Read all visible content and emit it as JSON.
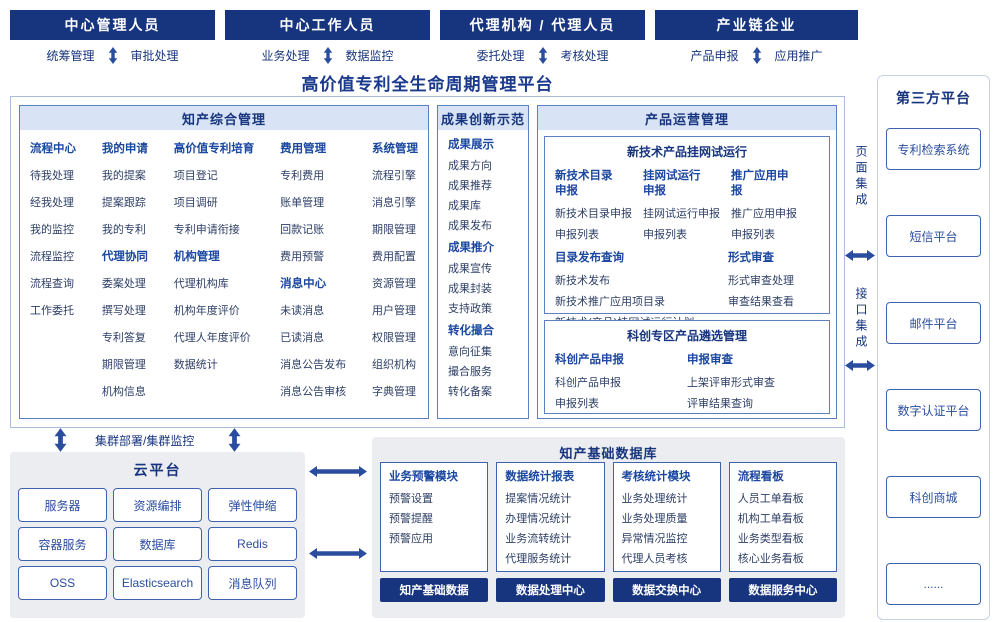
{
  "colors": {
    "navy": "#17357E",
    "accent_blue": "#2B4DA0",
    "group_title_blue": "#1A47A0",
    "item_text": "#2D3E66",
    "section_header_bg": "#D8E4F5",
    "panel_gray_bg": "#ECEDF0"
  },
  "platform_title": "高价值专利全生命周期管理平台",
  "roles": [
    {
      "title": "中心管理人员",
      "left": "统筹管理",
      "right": "审批处理"
    },
    {
      "title": "中心工作人员",
      "left": "业务处理",
      "right": "数据监控"
    },
    {
      "title": "代理机构 / 代理人员",
      "left": "委托处理",
      "right": "考核处理"
    },
    {
      "title": "产业链企业",
      "left": "产品申报",
      "right": "应用推广"
    }
  ],
  "ip_management": {
    "title": "知产综合管理",
    "columns": [
      {
        "groups": [
          {
            "title": "流程中心",
            "items": [
              "待我处理",
              "经我处理",
              "我的监控",
              "流程监控",
              "流程查询",
              "工作委托"
            ]
          }
        ]
      },
      {
        "groups": [
          {
            "title": "我的申请",
            "items": [
              "我的提案",
              "提案跟踪",
              "我的专利"
            ]
          },
          {
            "title": "代理协同",
            "items": [
              "委案处理",
              "撰写处理",
              "专利答复",
              "期限管理",
              "机构信息"
            ]
          }
        ]
      },
      {
        "groups": [
          {
            "title": "高价值专利培育",
            "items": [
              "项目登记",
              "项目调研",
              "专利申请衔接"
            ]
          },
          {
            "title": "机构管理",
            "items": [
              "代理机构库",
              "机构年度评价",
              "代理人年度评价",
              "数据统计"
            ]
          }
        ]
      },
      {
        "groups": [
          {
            "title": "费用管理",
            "items": [
              "专利费用",
              "账单管理",
              "回款记账",
              "费用预警"
            ]
          },
          {
            "title": "消息中心",
            "items": [
              "未读消息",
              "已读消息",
              "消息公告发布",
              "消息公告审核"
            ]
          }
        ]
      },
      {
        "groups": [
          {
            "title": "系统管理",
            "items": [
              "流程引擎",
              "消息引擎",
              "期限管理",
              "费用配置",
              "资源管理",
              "用户管理",
              "权限管理",
              "组织机构",
              "字典管理"
            ]
          }
        ]
      }
    ]
  },
  "achievements": {
    "title": "成果创新示范",
    "groups": [
      {
        "title": "成果展示",
        "items": [
          "成果方向",
          "成果推荐",
          "成果库",
          "成果发布"
        ]
      },
      {
        "title": "成果推介",
        "items": [
          "成果宣传",
          "成果封装",
          "支持政策"
        ]
      },
      {
        "title": "转化撮合",
        "items": [
          "意向征集",
          "撮合服务",
          "转化备案"
        ]
      }
    ]
  },
  "product_ops": {
    "title": "产品运营管理",
    "trial_box": {
      "title": "新技术产品挂网试运行",
      "top_groups": [
        {
          "title": "新技术目录申报",
          "items": [
            "新技术目录申报",
            "申报列表"
          ]
        },
        {
          "title": "挂网试运行申报",
          "items": [
            "挂网试运行申报",
            "申报列表"
          ]
        },
        {
          "title": "推广应用申报",
          "items": [
            "推广应用申报",
            "申报列表"
          ]
        }
      ],
      "bottom_groups": [
        {
          "title": "目录发布查询",
          "items": [
            "新技术发布",
            "新技术推广应用项目录",
            "新技术(产品)挂网试运行计划"
          ]
        },
        {
          "title": "形式审查",
          "items": [
            "形式审查处理",
            "审查结果查看"
          ]
        }
      ]
    },
    "selection_box": {
      "title": "科创专区产品遴选管理",
      "groups": [
        {
          "title": "科创产品申报",
          "items": [
            "科创产品申报",
            "申报列表"
          ]
        },
        {
          "title": "申报审查",
          "items": [
            "上架评审形式审查",
            "评审结果查询"
          ]
        }
      ]
    }
  },
  "integration": {
    "page_label": "页面集成",
    "api_label": "接口集成"
  },
  "cluster_label": "集群部署/集群监控",
  "cloud": {
    "title": "云平台",
    "items": [
      "服务器",
      "资源编排",
      "弹性伸缩",
      "容器服务",
      "数据库",
      "Redis",
      "OSS",
      "Elasticsearch",
      "消息队列"
    ]
  },
  "data_base": {
    "title": "知产基础数据库",
    "columns": [
      {
        "title": "业务预警模块",
        "items": [
          "预警设置",
          "预警提醒",
          "预警应用"
        ],
        "footer": "知产基础数据"
      },
      {
        "title": "数据统计报表",
        "items": [
          "提案情况统计",
          "办理情况统计",
          "业务流转统计",
          "代理服务统计"
        ],
        "footer": "数据处理中心"
      },
      {
        "title": "考核统计模块",
        "items": [
          "业务处理统计",
          "业务处理质量",
          "异常情况监控",
          "代理人员考核"
        ],
        "footer": "数据交换中心"
      },
      {
        "title": "流程看板",
        "items": [
          "人员工单看板",
          "机构工单看板",
          "业务类型看板",
          "核心业务看板"
        ],
        "footer": "数据服务中心"
      }
    ]
  },
  "third_party": {
    "title": "第三方平台",
    "items": [
      "专利检索系统",
      "短信平台",
      "邮件平台",
      "数字认证平台",
      "科创商城",
      "......"
    ]
  }
}
